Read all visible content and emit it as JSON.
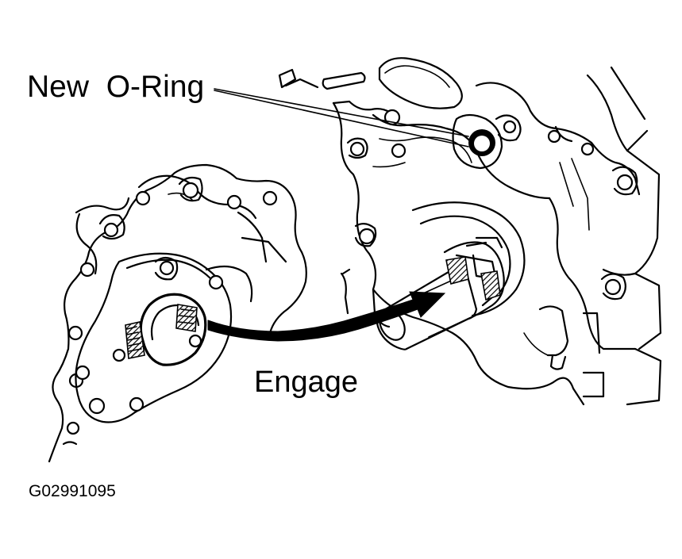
{
  "diagram": {
    "labels": {
      "new_o_ring": "New  O-Ring",
      "engage": "Engage"
    },
    "figure_id": "G02991095",
    "colors": {
      "line": "#000000",
      "background": "#ffffff"
    }
  }
}
